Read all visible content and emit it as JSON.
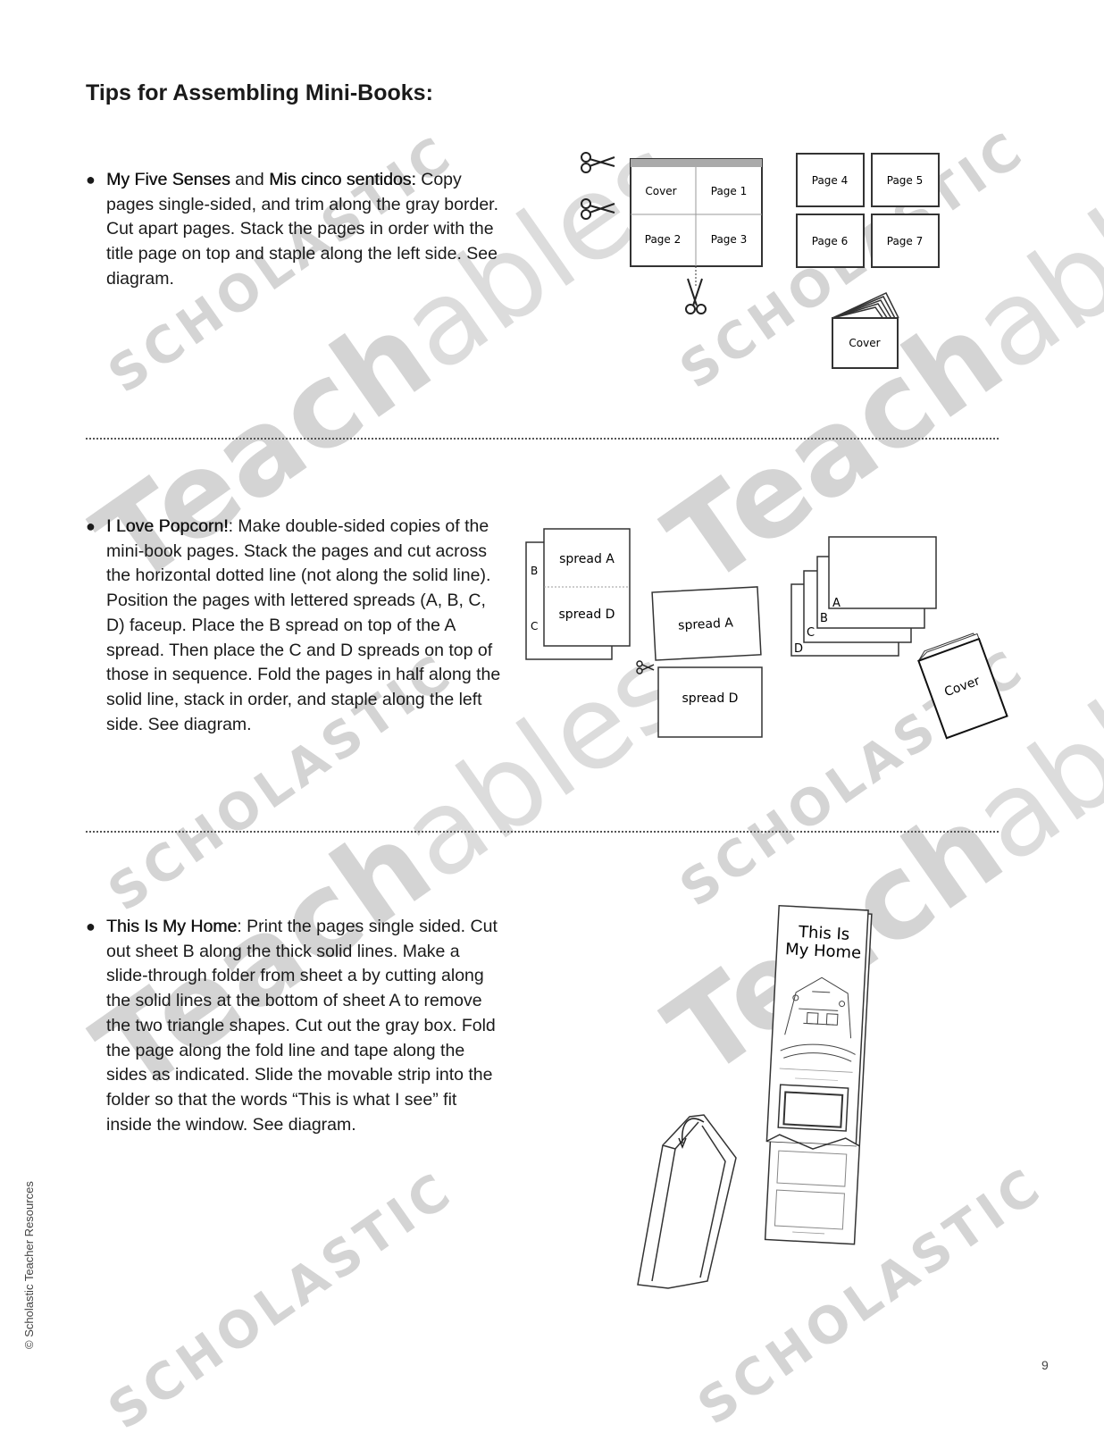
{
  "title": "Tips for Assembling Mini-Books:",
  "tips": [
    {
      "bold1": "My Five Senses",
      "and": " and ",
      "bold2": "Mis cinco sentidos:",
      "text": " Copy pages single-sided, and trim along the gray border. Cut apart pages. Stack the pages in order with the title page on top and staple along the left side. See diagram."
    },
    {
      "bold": "I Love Popcorn!",
      "text": ": Make double-sided copies of the mini-book pages. Stack the pages and cut across the horizontal dotted line (not along the solid line). Position the pages with lettered spreads (A, B, C, D) faceup. Place the B spread on top of the A spread. Then place the C and D spreads on top of those in sequence. Fold the pages in half along the solid line, stack in order, and staple along the left side. See diagram."
    },
    {
      "bold": "This Is My Home",
      "text": ": Print the pages single sided. Cut out sheet B along the thick solid lines. Make a slide-through folder from sheet a by cutting along the solid lines at the bottom of sheet A to remove the two triangle shapes. Cut out the gray box. Fold the page along the fold line and tape along the sides as indicated. Slide the movable strip into the folder so that the words “This is what I see” fit inside the window. See diagram."
    }
  ],
  "diagram1": {
    "sheet_labels": [
      "Cover",
      "Page 1",
      "Page 2",
      "Page 3"
    ],
    "page_labels": [
      "Page 4",
      "Page 5",
      "Page 6",
      "Page 7"
    ],
    "book_label": "Cover"
  },
  "diagram2": {
    "sheet_spreads": [
      "spread A",
      "spread D"
    ],
    "back_letters": [
      "B",
      "C"
    ],
    "cut_pieces": [
      "spread A",
      "spread D"
    ],
    "stack_letters": [
      "A",
      "B",
      "C",
      "D"
    ],
    "book_label": "Cover"
  },
  "diagram3": {
    "strip_title_line1": "This Is",
    "strip_title_line2": "My Home"
  },
  "watermark": {
    "brand1": "SCHOLASTIC",
    "brand2a": "Teach",
    "brand2b": "ables"
  },
  "footer": {
    "credit": "© Scholastic Teacher Resources",
    "page_number": "9"
  }
}
